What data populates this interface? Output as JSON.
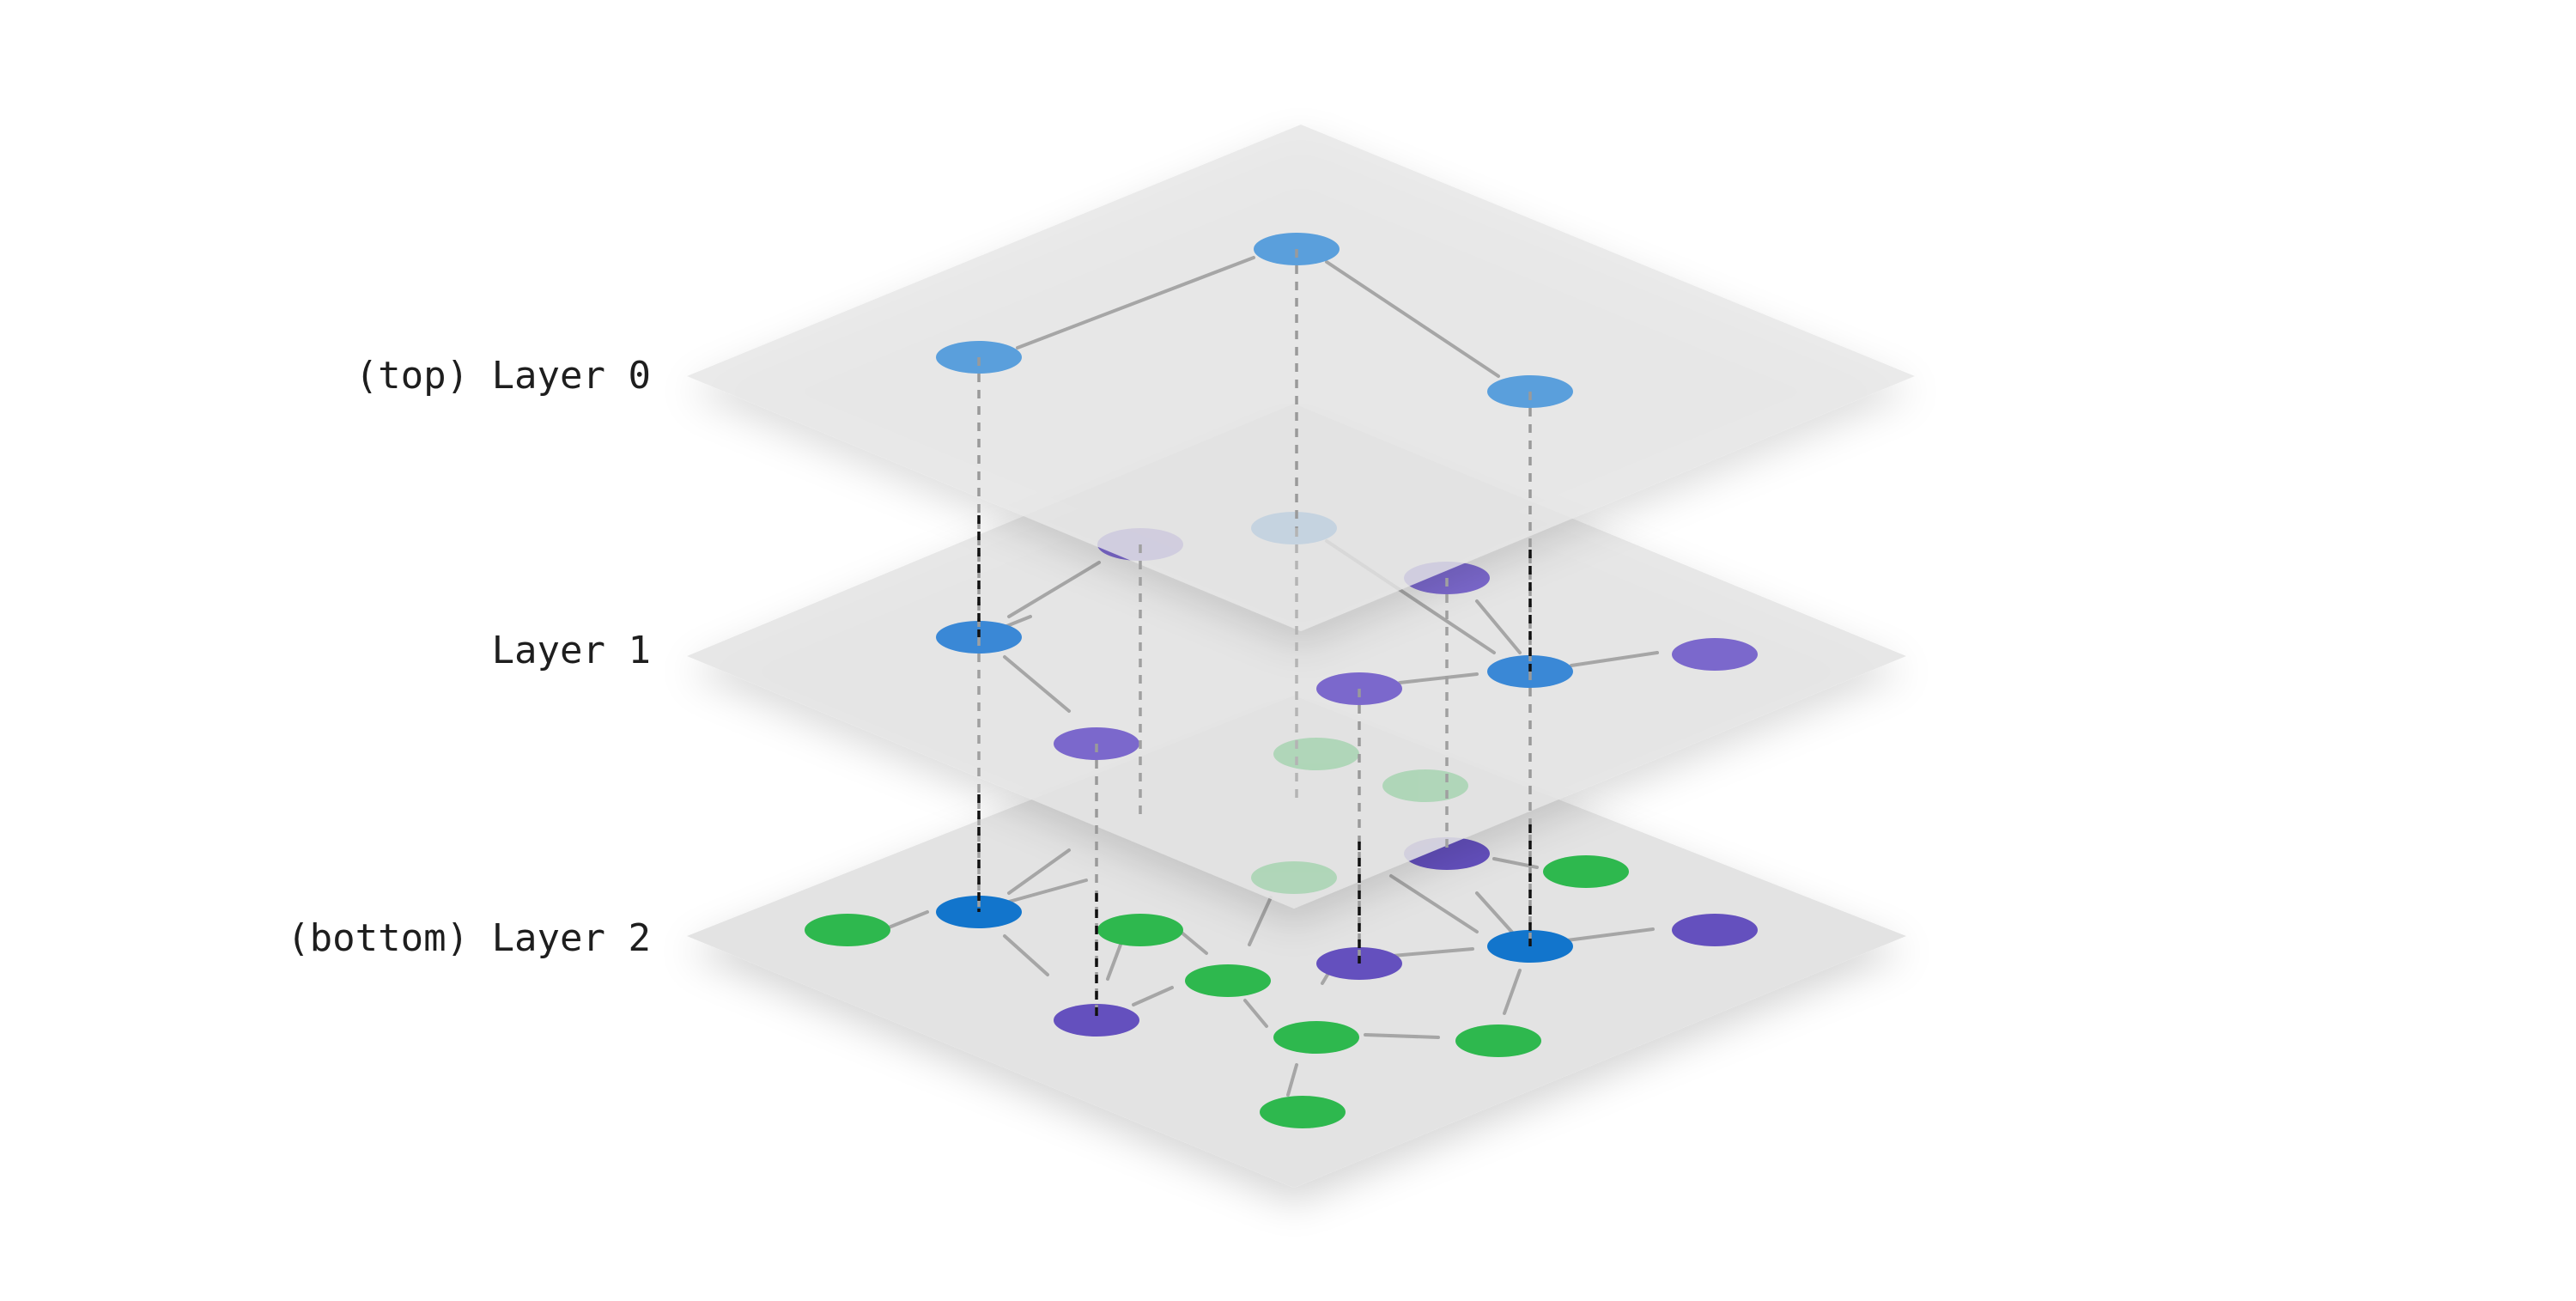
{
  "labels": {
    "layer0": "(top) Layer 0",
    "layer1": "Layer 1",
    "layer2": "(bottom) Layer 2"
  },
  "colors": {
    "plane_fill": "#e6e6e6",
    "plane_shadow": "#c8c8c8",
    "edge": "#a6a6a6",
    "link_dark": "#111111",
    "link_grey": "#9a9a9a",
    "node_blue_top": "#5a9fdc",
    "node_blue_mid": "#3a88d6",
    "node_blue_bottom": "#1275cc",
    "node_purple_mid": "#7b68cc",
    "node_purple_bottom": "#6450be",
    "node_green": "#2eb84e",
    "text": "#1e1e1e"
  },
  "icons": {
    "node": "ellipse-node-icon",
    "link": "dashed-vertical-link"
  }
}
